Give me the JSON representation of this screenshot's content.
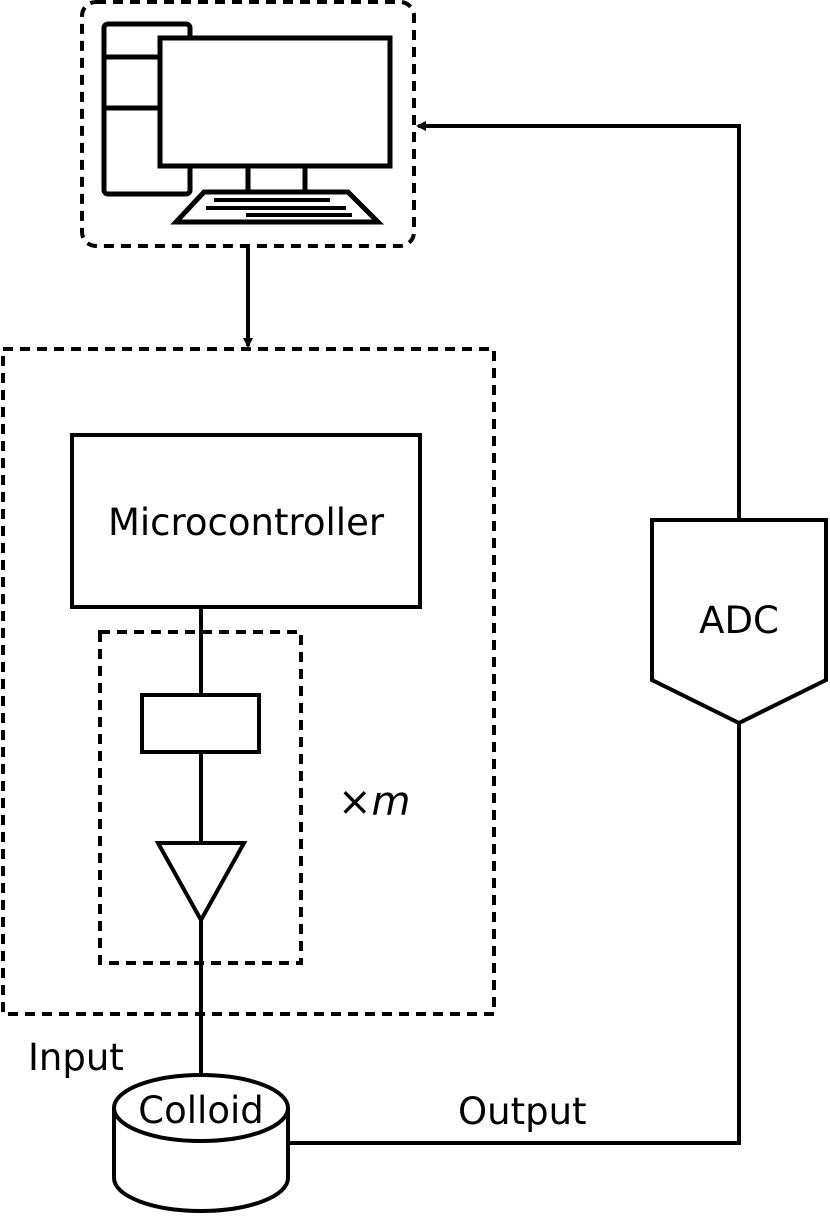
{
  "diagram": {
    "microcontroller_label": "Microcontroller",
    "adc_label": "ADC",
    "multiplier_label": "×m",
    "colloid_label": "Colloid",
    "input_label": "Input",
    "output_label": "Output"
  },
  "colors": {
    "stroke": "#000000",
    "background": "#ffffff"
  }
}
